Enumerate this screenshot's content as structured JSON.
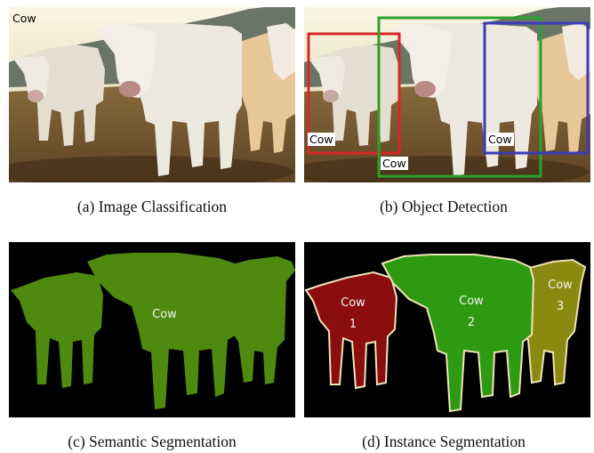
{
  "panels": {
    "a": {
      "caption": "(a)  Image Classification",
      "label": "Cow"
    },
    "b": {
      "caption": "(b)  Object Detection",
      "boxes": [
        {
          "label": "Cow",
          "color": "#d62728"
        },
        {
          "label": "Cow",
          "color": "#2ca02c"
        },
        {
          "label": "Cow",
          "color": "#3b3bb8"
        }
      ]
    },
    "c": {
      "caption": "(c)  Semantic Segmentation",
      "label": "Cow",
      "mask_color": "#4f8a10"
    },
    "d": {
      "caption": "(d)  Instance Segmentation",
      "instances": [
        {
          "label": "Cow",
          "id": "1",
          "color": "#8b0d0d"
        },
        {
          "label": "Cow",
          "id": "2",
          "color": "#2e9a12"
        },
        {
          "label": "Cow",
          "id": "3",
          "color": "#8a8a10"
        }
      ]
    }
  },
  "colors": {
    "sky": "#e9e2c6",
    "hill": "#5d6b58",
    "ground": "#7a5a34",
    "cow": "#e8e2d6",
    "seg_background": "#000000"
  }
}
